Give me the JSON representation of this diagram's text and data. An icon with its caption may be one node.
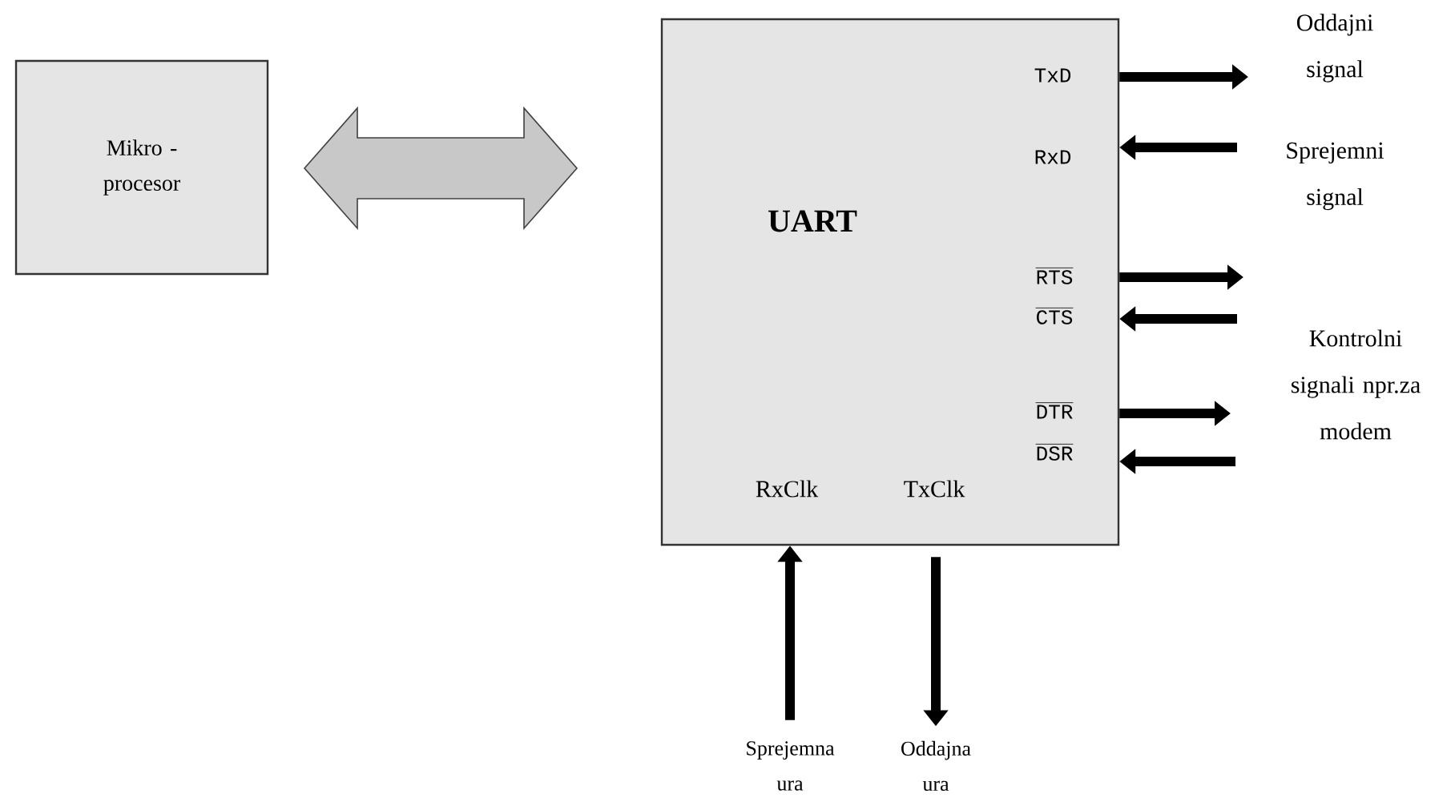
{
  "diagram": {
    "nodes": [
      {
        "text": [
          "Mikro - procesor"
        ]
      },
      {
        "text": [
          "UART"
        ]
      },
      {
        "text": [
          "Sprejemna ura"
        ]
      },
      {
        "text": [
          "Oddajna ura"
        ]
      }
    ],
    "edges": [
      {
        "from": 0,
        "to": 1,
        "arrow": "both",
        "color": "#c8c8c8"
      },
      {
        "from": 1,
        "to": null,
        "arrow": "to"
      },
      {
        "from": null,
        "to": 1,
        "arrow": "to"
      },
      {
        "from": 1,
        "to": null,
        "arrow": "to"
      },
      {
        "from": null,
        "to": 1,
        "arrow": "to"
      },
      {
        "from": 1,
        "to": null,
        "arrow": "to"
      },
      {
        "from": null,
        "to": 1,
        "arrow": "to"
      },
      {
        "from": 2,
        "to": 1,
        "arrow": "to"
      },
      {
        "from": 1,
        "to": 3,
        "arrow": "to"
      }
    ],
    "labels": [
      "TxD",
      "RxD",
      "RTS",
      "CTS",
      "DTR",
      "DSR",
      "RxClk",
      "TxClk",
      "Oddajni signal",
      "Sprejemni signal",
      "Kontrolni signali npr.za modem"
    ]
  }
}
